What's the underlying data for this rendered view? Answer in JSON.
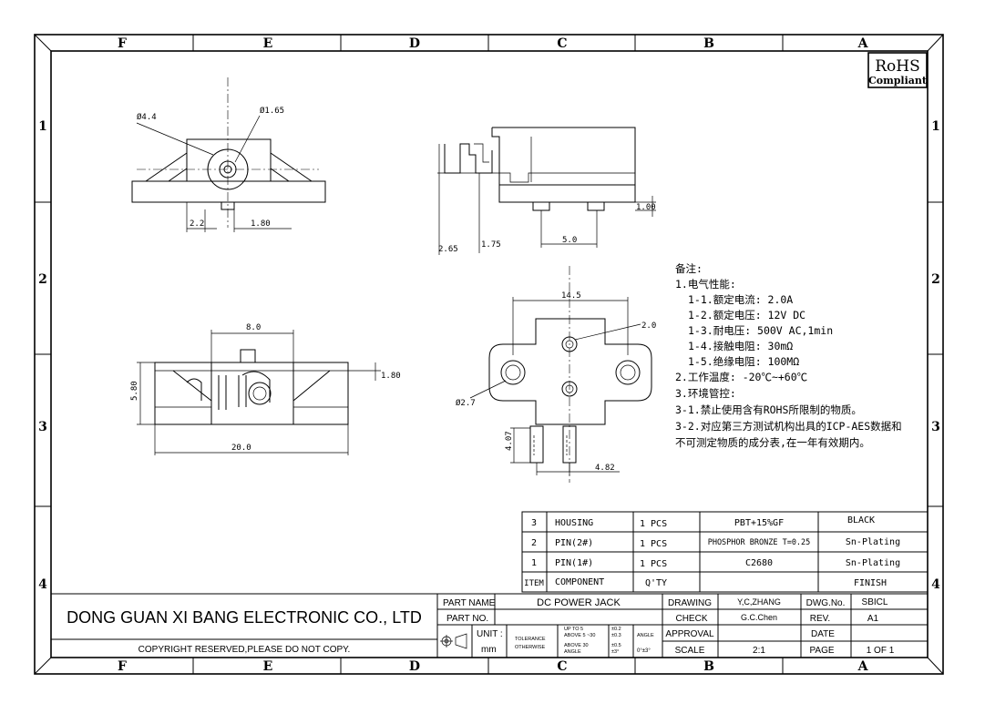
{
  "zones": {
    "columns": [
      "F",
      "E",
      "D",
      "C",
      "B",
      "A"
    ],
    "rows": [
      "1",
      "2",
      "3",
      "4"
    ]
  },
  "rohs": {
    "title": "RoHS",
    "subtitle": "Compliant"
  },
  "dimensions": {
    "front_d1": "Ø4.4",
    "front_d2": "Ø1.65",
    "front_w1": "2.2",
    "front_w2": "1.80",
    "side_a": "1.00",
    "side_b": "2.65",
    "side_c": "1.75",
    "side_d": "5.0",
    "bottom_a": "8.0",
    "bottom_b": "1.80",
    "bottom_c": "5.80",
    "bottom_d": "20.0",
    "top_a": "14.5",
    "top_b": "2.0",
    "top_c": "Ø2.7",
    "top_d": "4.07",
    "top_e": "4.82"
  },
  "notes": [
    "备注:",
    "1.电气性能:",
    "1-1.额定电流: 2.0A",
    "1-2.额定电压: 12V DC",
    "1-3.耐电压: 500V AC,1min",
    "1-4.接触电阻: 30mΩ",
    "1-5.绝缘电阻: 100MΩ",
    "2.工作温度: -20℃~+60℃",
    "3.环境管控:",
    "3-1.禁止使用含有ROHS所限制的物质。",
    "3-2.对应第三方测试机构出具的ICP-AES数据和",
    "不可测定物质的成分表,在一年有效期内。"
  ],
  "bom": {
    "rows": [
      {
        "item": "3",
        "component": "HOUSING",
        "qty": "1 PCS",
        "material": "PBT+15%GF",
        "finish": "BLACK"
      },
      {
        "item": "2",
        "component": "PIN(2#)",
        "qty": "1 PCS",
        "material": "PHOSPHOR BRONZE T=0.25",
        "finish": "Sn-Plating"
      },
      {
        "item": "1",
        "component": "PIN(1#)",
        "qty": "1 PCS",
        "material": "C2680",
        "finish": "Sn-Plating"
      }
    ],
    "header": {
      "item": "ITEM",
      "component": "COMPONENT",
      "qty": "Q'TY",
      "finish": "FINISH"
    }
  },
  "title_block": {
    "company": "DONG GUAN XI BANG ELECTRONIC CO., LTD",
    "copyright": "COPYRIGHT RESERVED,PLEASE DO NOT COPY.",
    "part_name_label": "PART NAME",
    "part_name": "DC POWER JACK",
    "part_no_label": "PART NO.",
    "part_no": "",
    "unit_label": "UNIT :",
    "unit": "mm",
    "tolerance_label": "TOLERANCE",
    "otherwise_label": "OTHERWISE",
    "tol_rows": [
      {
        "range": "UP TO 5",
        "value": "±0.2"
      },
      {
        "range": "ABOVE 5 ~30",
        "value": "±0.3"
      },
      {
        "range": "ABOVE 30",
        "value": "±0.5"
      },
      {
        "range": "ANGLE",
        "value": "±3°"
      }
    ],
    "angle_label": "ANGLE",
    "angle_value": "0°±3°",
    "drawing_label": "DRAWING",
    "drawing": "Y,C,ZHANG",
    "check_label": "CHECK",
    "check": "G.C.Chen",
    "approval_label": "APPROVAL",
    "approval": "",
    "scale_label": "SCALE",
    "scale": "2:1",
    "dwg_label": "DWG.No.",
    "dwg": "SBICL",
    "rev_label": "REV.",
    "rev": "A1",
    "date_label": "DATE",
    "date": "",
    "page_label": "PAGE",
    "page": "1 OF 1"
  }
}
